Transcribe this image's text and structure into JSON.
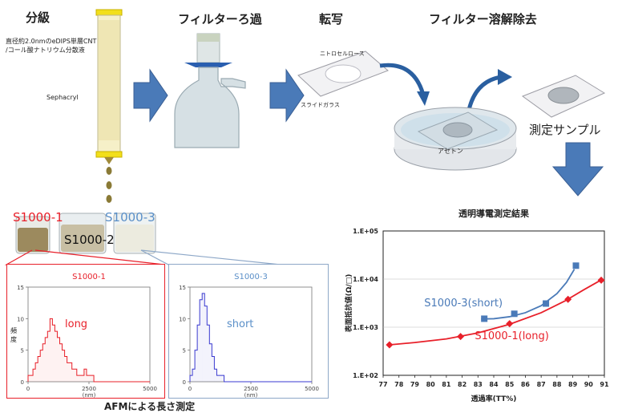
{
  "steps": {
    "fractionation": "分級",
    "filtration": "フィルターろ過",
    "transfer": "転写",
    "filter_removal": "フィルター溶解除去"
  },
  "labels": {
    "dispersion_line1": "直径約2.0nmのeDIPS単層CNT",
    "dispersion_line2": "/コール酸ナトリウム分散液",
    "sephacryl": "Sephacryl",
    "nitrocellulose": "ニトロセルロース",
    "slide_glass": "スライドガラス",
    "acetone": "アセトン",
    "sample": "測定サンプル",
    "afm_caption": "AFMによる長さ測定"
  },
  "vials": [
    {
      "label": "S1000-1",
      "color": "#e8202a"
    },
    {
      "label": "S1000-2",
      "color": "#111111"
    },
    {
      "label": "S1000-3",
      "color": "#5a8fc8"
    }
  ],
  "colors": {
    "arrow": "#4a7ab8",
    "red": "#e8202a",
    "blue": "#3a5fb0",
    "lightblue": "#5a8fc8"
  },
  "chart_data": [
    {
      "type": "bar",
      "title": "S1000-1",
      "annotation": "long",
      "ylabel": "頻度",
      "xlabel": "(nm)",
      "xticks": [
        "0",
        "2500",
        "5000"
      ],
      "yticks": [
        "0",
        "5",
        "10",
        "15"
      ],
      "xlim": [
        0,
        5000
      ],
      "ylim": [
        0,
        15
      ],
      "bin_width": 100,
      "values": [
        1,
        1,
        2,
        3,
        4,
        5,
        6,
        7,
        8,
        10,
        9,
        8,
        7,
        6,
        5,
        4,
        3,
        3,
        2,
        2,
        1,
        1,
        1,
        2,
        1,
        1,
        1,
        0,
        0,
        0,
        0,
        0,
        0,
        0,
        0,
        0,
        0,
        0,
        0,
        0,
        0,
        0,
        0,
        0,
        0,
        0,
        0,
        0,
        0,
        0
      ],
      "color": "#e8202a"
    },
    {
      "type": "bar",
      "title": "S1000-3",
      "annotation": "short",
      "ylabel": "",
      "xlabel": "(nm)",
      "xticks": [
        "0",
        "2500",
        "5000"
      ],
      "yticks": [
        "0",
        "5",
        "10",
        "15"
      ],
      "xlim": [
        0,
        5000
      ],
      "ylim": [
        0,
        15
      ],
      "bin_width": 100,
      "values": [
        1,
        2,
        5,
        9,
        13,
        14,
        12,
        9,
        6,
        4,
        2,
        1,
        1,
        1,
        0,
        0,
        0,
        0,
        0,
        0,
        0,
        0,
        0,
        0,
        0,
        0,
        0,
        0,
        0,
        0,
        0,
        0,
        0,
        0,
        0,
        0,
        0,
        0,
        0,
        0,
        0,
        0,
        0,
        0,
        0,
        0,
        0,
        0,
        0,
        0
      ],
      "color": "#3a3ad0"
    },
    {
      "type": "scatter",
      "title": "透明導電測定結果",
      "xlabel": "透過率(TT%)",
      "ylabel": "表面抵抗値(Ω/□)",
      "xticks": [
        "77",
        "78",
        "79",
        "80",
        "81",
        "82",
        "83",
        "84",
        "85",
        "86",
        "87",
        "88",
        "89",
        "90",
        "91"
      ],
      "yticks": [
        "1.E+02",
        "1.E+03",
        "1.E+04",
        "1.E+05"
      ],
      "xlim": [
        77,
        91
      ],
      "ylim_log10": [
        2,
        5
      ],
      "series": [
        {
          "name": "S1000-3(short)",
          "color": "#4a7ab8",
          "marker": "square",
          "x": [
            83.4,
            85.3,
            87.3,
            89.2
          ],
          "y": [
            1500,
            1900,
            3100,
            19000
          ],
          "fit_x": [
            83.2,
            84,
            85,
            86,
            87,
            88,
            88.6,
            89.1
          ],
          "fit_y": [
            1480,
            1500,
            1650,
            2000,
            2800,
            5000,
            8500,
            16000
          ]
        },
        {
          "name": "S1000-1(long)",
          "color": "#e8202a",
          "marker": "diamond",
          "x": [
            77.4,
            81.9,
            85.0,
            88.7,
            90.8
          ],
          "y": [
            430,
            640,
            1180,
            3800,
            9500
          ],
          "fit_x": [
            77.4,
            79,
            81,
            83,
            85,
            87,
            88.5,
            89.7,
            90.8
          ],
          "fit_y": [
            430,
            480,
            570,
            760,
            1150,
            2000,
            3500,
            6000,
            9600
          ]
        }
      ]
    }
  ]
}
